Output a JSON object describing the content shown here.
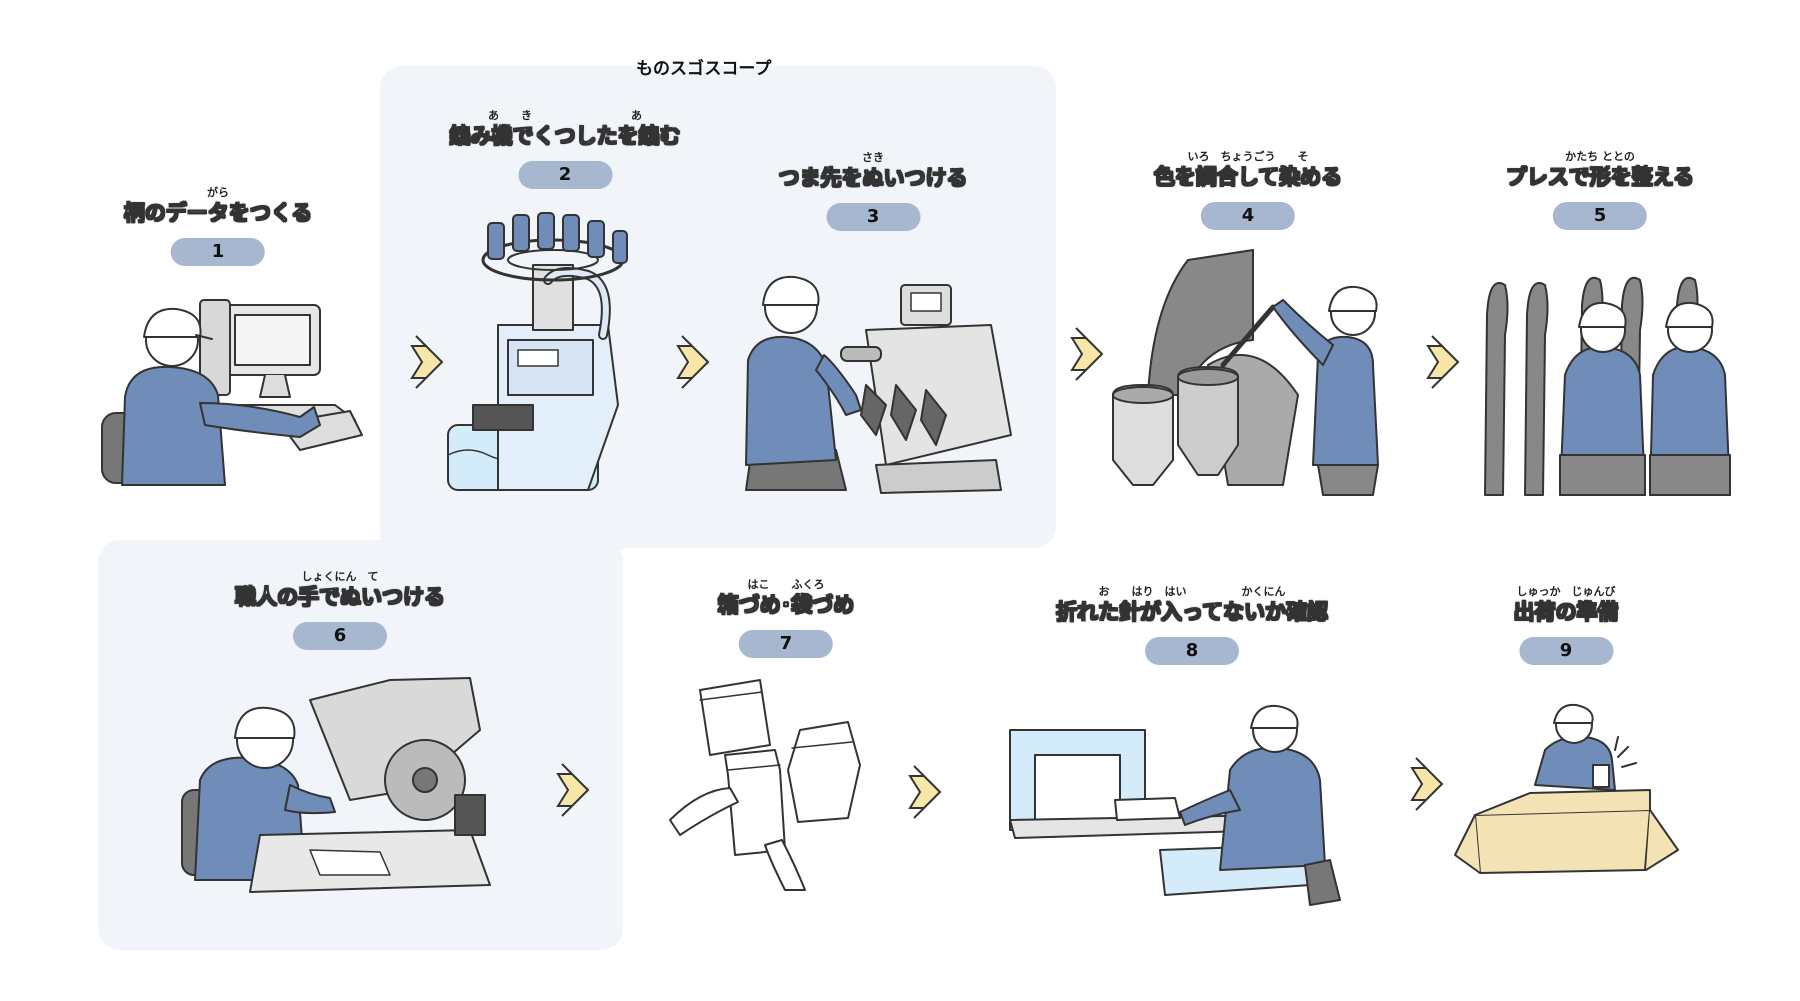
{
  "brand": "ものスゴスコープ",
  "steps": [
    {
      "num": "1",
      "ruby": "がら",
      "title": "柄のデータをつくる"
    },
    {
      "num": "2",
      "ruby": "あ　　き　　　　　　　　　あ",
      "title": "編み機でくつしたを編む"
    },
    {
      "num": "3",
      "ruby": "さき",
      "title": "つま先をぬいつける"
    },
    {
      "num": "4",
      "ruby": "いろ　ちょうごう　　そ",
      "title": "色を調合して染める"
    },
    {
      "num": "5",
      "ruby": "かたち ととの",
      "title": "プレスで形を整える"
    },
    {
      "num": "6",
      "ruby": "しょくにん　て",
      "title": "職人の手でぬいつける"
    },
    {
      "num": "7",
      "ruby": "はこ　　ふくろ",
      "title": "箱づめ･袋づめ"
    },
    {
      "num": "8",
      "ruby": "お　　はり　はい　　　　　かくにん",
      "title": "折れた針が入ってないか確認"
    },
    {
      "num": "9",
      "ruby": "しゅっか　じゅんび",
      "title": "出荷の準備"
    }
  ],
  "colors": {
    "highlight_bg": "#f1f5f9",
    "badge": "#a6b7cf",
    "uniform": "#6f8db8",
    "arrow": "#f6e7a8",
    "water": "#d4ecfa",
    "box": "#f3e3b4"
  }
}
